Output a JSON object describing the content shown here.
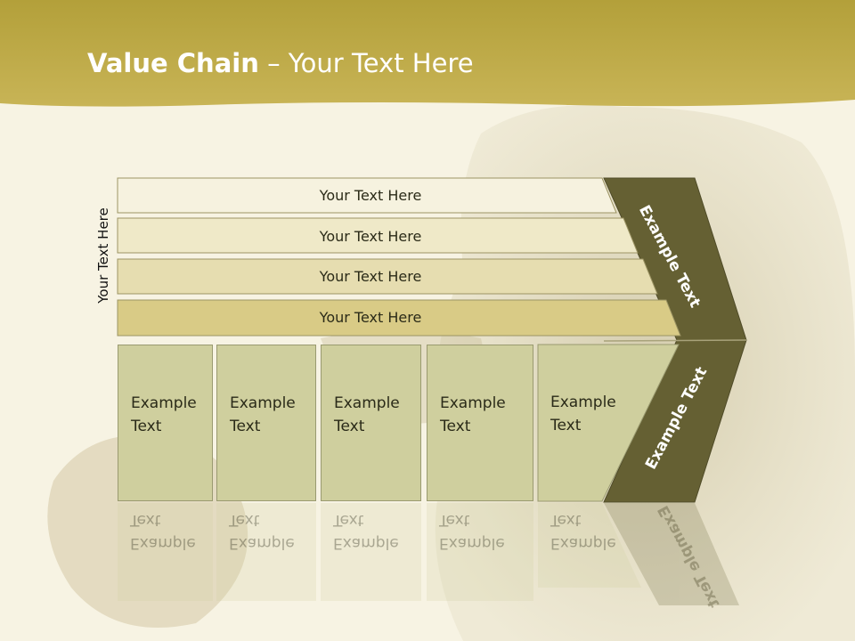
{
  "title": {
    "bold": "Value Chain",
    "rest": " – Your Text Here"
  },
  "side_label": "Your Text Here",
  "bars": [
    "Your Text Here",
    "Your Text Here",
    "Your Text Here",
    "Your Text Here"
  ],
  "columns": [
    {
      "line1": "Example",
      "line2": "Text"
    },
    {
      "line1": "Example",
      "line2": "Text"
    },
    {
      "line1": "Example",
      "line2": "Text"
    },
    {
      "line1": "Example",
      "line2": "Text"
    },
    {
      "line1": "Example",
      "line2": "Text"
    }
  ],
  "chevron": {
    "upper": "Example Text",
    "lower": "Example Text"
  },
  "colors": {
    "header": "#b9a53f",
    "bar1": "#f6f2df",
    "bar2": "#efe9c8",
    "bar3": "#e6ddb0",
    "bar4": "#d9cb86",
    "chevron": "#656033",
    "column": "#cfcf9e"
  }
}
